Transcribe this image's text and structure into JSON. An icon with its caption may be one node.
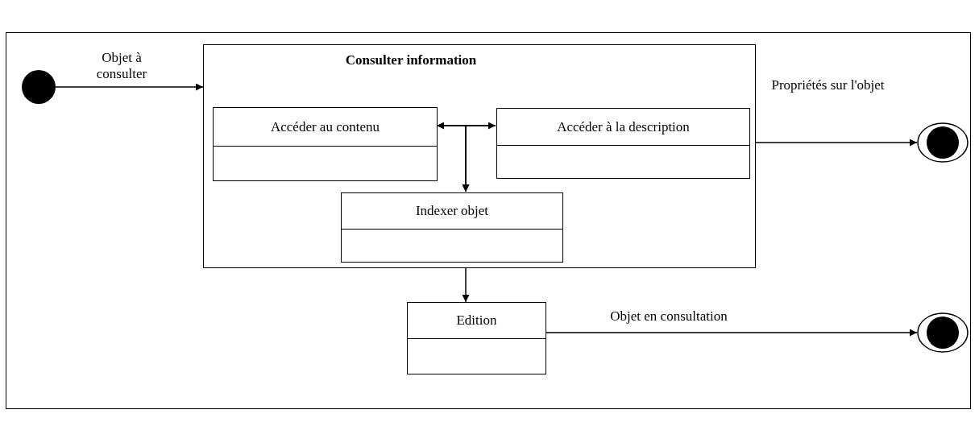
{
  "diagram": {
    "nodes": [
      {
        "text": [],
        "shape": "circle"
      },
      {
        "text": [
          "Consulter information"
        ]
      },
      {
        "text": [
          "Accéder au contenu"
        ],
        "in": 1
      },
      {
        "text": [
          "Accéder à la description"
        ],
        "in": 1
      },
      {
        "text": [
          "Indexer objet"
        ],
        "in": 1
      },
      {
        "text": [
          "Edition"
        ]
      },
      {
        "text": [],
        "shape": "circle"
      },
      {
        "text": [],
        "shape": "circle"
      }
    ],
    "edges": [
      {
        "from": 0,
        "to": 1,
        "arrow": "to",
        "label": "Objet à consulter"
      },
      {
        "from": 2,
        "to": 3,
        "arrow": "both"
      },
      {
        "from": 2,
        "to": 4,
        "arrow": "to"
      },
      {
        "from": 3,
        "to": 4,
        "arrow": "to"
      },
      {
        "from": 1,
        "to": 6,
        "arrow": "to",
        "label": "Propriétés sur l'objet"
      },
      {
        "from": 1,
        "to": 5,
        "arrow": "to"
      },
      {
        "from": 5,
        "to": 7,
        "arrow": "to",
        "label": "Objet en consultation"
      }
    ]
  }
}
